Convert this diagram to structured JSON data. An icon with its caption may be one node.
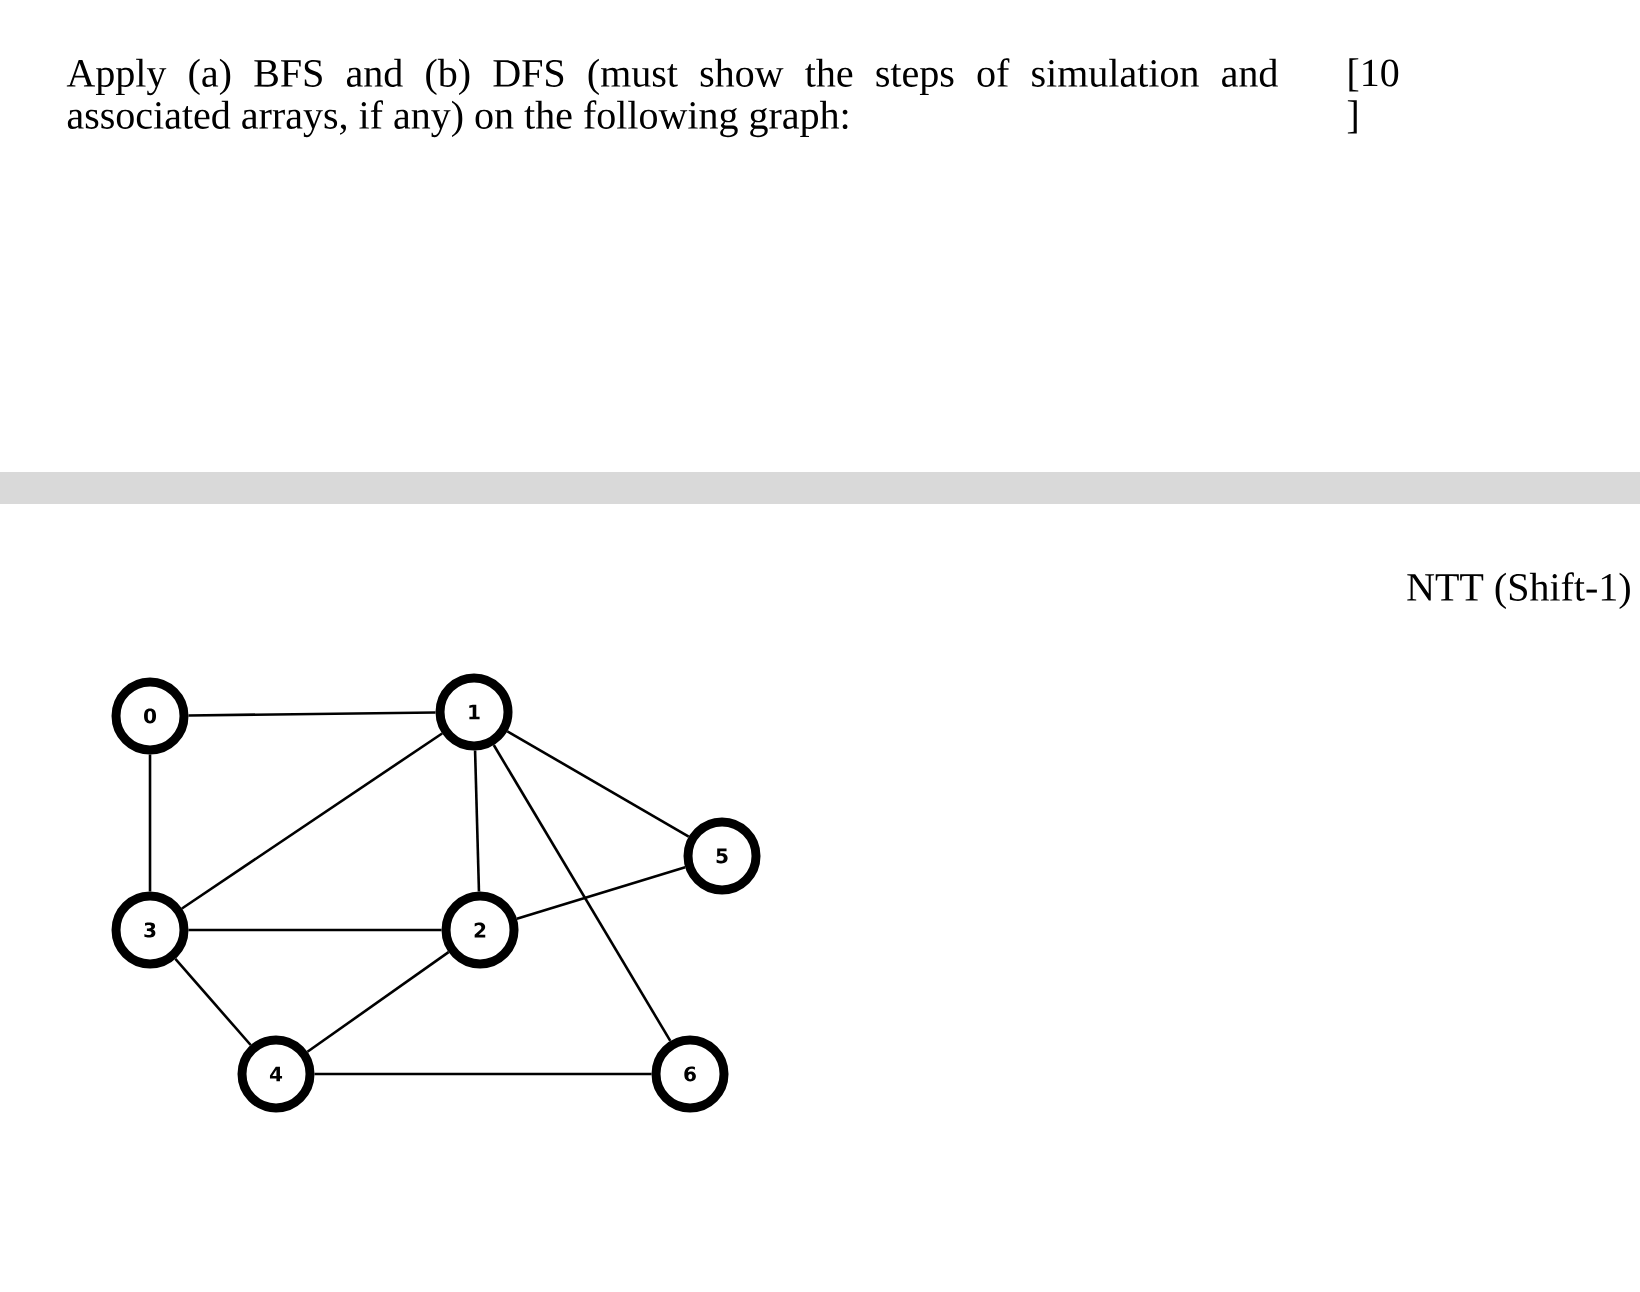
{
  "diagram": {
    "title": "Apply (a) BFS and (b) DFS (must show the steps of simulation and associated arrays, if any) on the following graph:",
    "nodes": [
      {
        "text": [
          "0"
        ]
      },
      {
        "text": [
          "1"
        ]
      },
      {
        "text": [
          "5"
        ]
      },
      {
        "text": [
          "3"
        ]
      },
      {
        "text": [
          "2"
        ]
      },
      {
        "text": [
          "4"
        ]
      },
      {
        "text": [
          "6"
        ]
      }
    ],
    "edges": [
      {
        "from": 0,
        "to": 1,
        "arrow": "none"
      },
      {
        "from": 0,
        "to": 3,
        "arrow": "none"
      },
      {
        "from": 1,
        "to": 3,
        "arrow": "none"
      },
      {
        "from": 1,
        "to": 4,
        "arrow": "none"
      },
      {
        "from": 1,
        "to": 2,
        "arrow": "none"
      },
      {
        "from": 1,
        "to": 6,
        "arrow": "none"
      },
      {
        "from": 3,
        "to": 4,
        "arrow": "none"
      },
      {
        "from": 4,
        "to": 2,
        "arrow": "none"
      },
      {
        "from": 3,
        "to": 5,
        "arrow": "none"
      },
      {
        "from": 5,
        "to": 4,
        "arrow": "none"
      },
      {
        "from": 5,
        "to": 6,
        "arrow": "none"
      }
    ],
    "labels": [
      "[10 ]",
      "NTT (Shift-1)"
    ]
  }
}
